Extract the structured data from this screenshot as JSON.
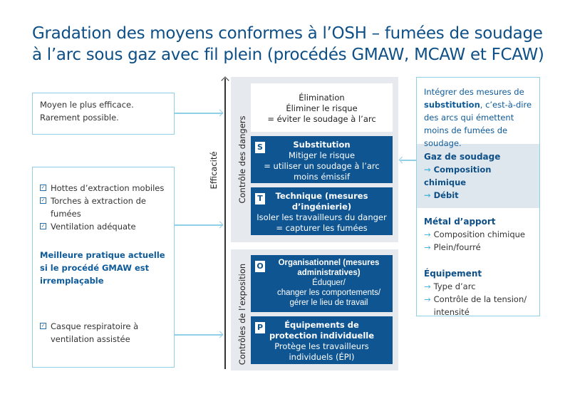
{
  "title": {
    "line1": "Gradation des moyens conformes à l’OSH – fumées de soudage",
    "line2": "à l’arc sous gaz avec fil plein (procédés GMAW, MCAW et FCAW)"
  },
  "left": {
    "box1": {
      "line1": "Moyen le plus efficace.",
      "line2": "Rarement possible."
    },
    "box2": {
      "items": [
        "Hottes d’extraction mobiles",
        "Torches à extraction de fumées",
        "Ventilation adéquate"
      ],
      "best_practice": "Meilleure pratique actuelle si le procédé GMAW est irremplaçable",
      "ppe_item": "Casque respiratoire à ventilation assistée"
    }
  },
  "axis": {
    "label": "Efficacité"
  },
  "groups": {
    "hazard": "Contrôle des dangers",
    "exposure": "Contrôles de l’exposition"
  },
  "levels": [
    {
      "tag": "",
      "title": "Élimination",
      "lines": [
        "Éliminer le risque",
        "= éviter le soudage à l’arc"
      ]
    },
    {
      "tag": "S",
      "title": "Substitution",
      "lines": [
        "Mitiger le risque",
        "= utiliser un soudage à l’arc",
        "moins émissif"
      ]
    },
    {
      "tag": "T",
      "title": "Technique (mesures d’ingénierie)",
      "lines": [
        "Isoler les travailleurs du danger",
        "= capturer les fumées"
      ]
    },
    {
      "tag": "O",
      "title": "Organisationnel (mesures administratives)",
      "lines": [
        "Éduquer/",
        "changer les comportements/",
        "gérer le lieu de travail"
      ]
    },
    {
      "tag": "P",
      "title": "Équipements de protection individuelle",
      "lines": [
        "Protège les travailleurs",
        "individuels (ÉPI)"
      ]
    }
  ],
  "right": {
    "intro_pre": "Intégrer des mesures de ",
    "intro_bold": "substitution",
    "intro_post": ", c’est-à-dire des arcs qui émettent moins de fumées de soudage.",
    "sections": [
      {
        "heading": "Gaz de soudage",
        "items": [
          "Composition chimique",
          "Débit"
        ]
      },
      {
        "heading": "Métal d’apport",
        "items": [
          "Composition chimique",
          "Plein/fourré"
        ]
      },
      {
        "heading": "Équipement",
        "items": [
          "Type d’arc",
          "Contrôle de la tension/ intensité"
        ]
      }
    ]
  },
  "colors": {
    "dark_blue": "#0f5592",
    "light_blue": "#8fd0e8",
    "panel": "#e6eaee",
    "title": "#0d4f86"
  }
}
